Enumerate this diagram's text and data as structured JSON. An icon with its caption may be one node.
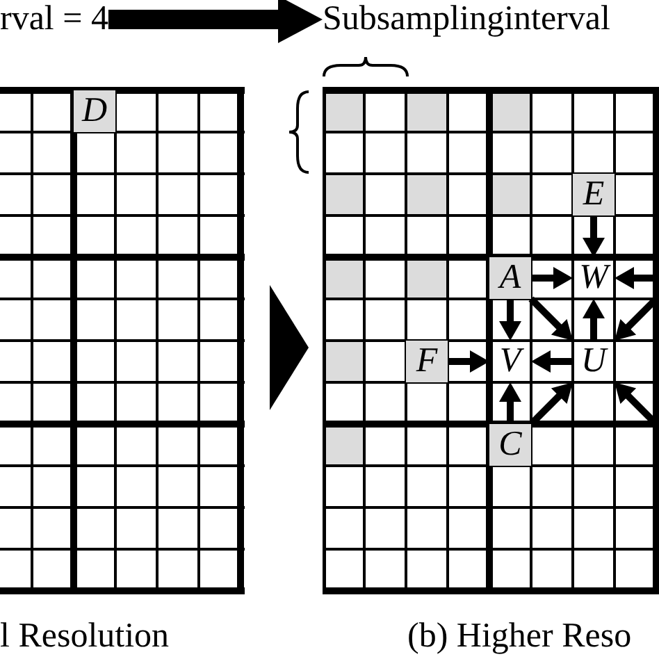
{
  "diagram": {
    "nodes": [
      {
        "text": [
          "rval = 4"
        ]
      },
      {
        "text": [
          "Subsamplinginterval"
        ]
      },
      {
        "text": [],
        "shape": "grid"
      },
      {
        "text": [
          "D"
        ],
        "in": 2
      },
      {
        "text": [],
        "shape": "grid"
      },
      {
        "text": [
          "E"
        ],
        "in": 4
      },
      {
        "text": [
          "A"
        ],
        "in": 4
      },
      {
        "text": [
          "W"
        ],
        "in": 4
      },
      {
        "text": [
          "F"
        ],
        "in": 4
      },
      {
        "text": [
          "V"
        ],
        "in": 4
      },
      {
        "text": [
          "U"
        ],
        "in": 4
      },
      {
        "text": [
          "C"
        ],
        "in": 4
      }
    ],
    "edges": [
      {
        "from": 0,
        "to": 1,
        "arrow": "to",
        "style": "thick"
      },
      {
        "from": 2,
        "to": 4,
        "arrow": "to",
        "style": "thick"
      },
      {
        "from": 5,
        "to": 7,
        "arrow": "to"
      },
      {
        "from": 6,
        "to": 7,
        "arrow": "to"
      },
      {
        "from": 6,
        "to": 9,
        "arrow": "to"
      },
      {
        "from": 6,
        "to": 10,
        "arrow": "to"
      },
      {
        "from": 8,
        "to": 9,
        "arrow": "to"
      },
      {
        "from": 10,
        "to": 9,
        "arrow": "to"
      },
      {
        "from": 10,
        "to": 7,
        "arrow": "to"
      },
      {
        "from": 11,
        "to": 9,
        "arrow": "to"
      },
      {
        "from": 11,
        "to": 10,
        "arrow": "to"
      },
      {
        "from": null,
        "to": 7,
        "arrow": "to"
      },
      {
        "from": null,
        "to": 10,
        "arrow": "to"
      },
      {
        "from": null,
        "to": 10,
        "arrow": "to"
      }
    ],
    "labels": [
      "l Resolution",
      "(b) Higher Reso"
    ]
  }
}
